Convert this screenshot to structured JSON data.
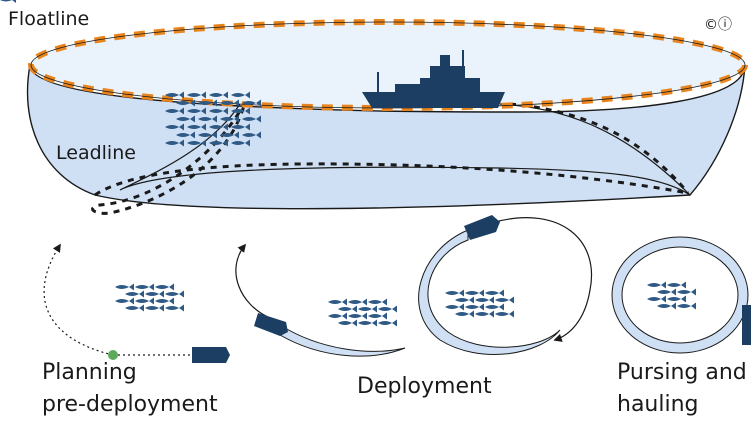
{
  "labels": {
    "floatline": "Floatline",
    "leadline": "Leadline",
    "license_mark": "©ⓘ",
    "stage1_line1": "Planning",
    "stage1_line2": "pre-deployment",
    "stage2": "Deployment",
    "stage3_line1": "Pursing and",
    "stage3_line2": "hauling"
  },
  "colors": {
    "water": "#cfe0f5",
    "float": "#e8841e",
    "vessel": "#1c3e63",
    "fish": "#2f5a86",
    "green_start": "#5aaa5a",
    "line": "#1a1a1a"
  }
}
